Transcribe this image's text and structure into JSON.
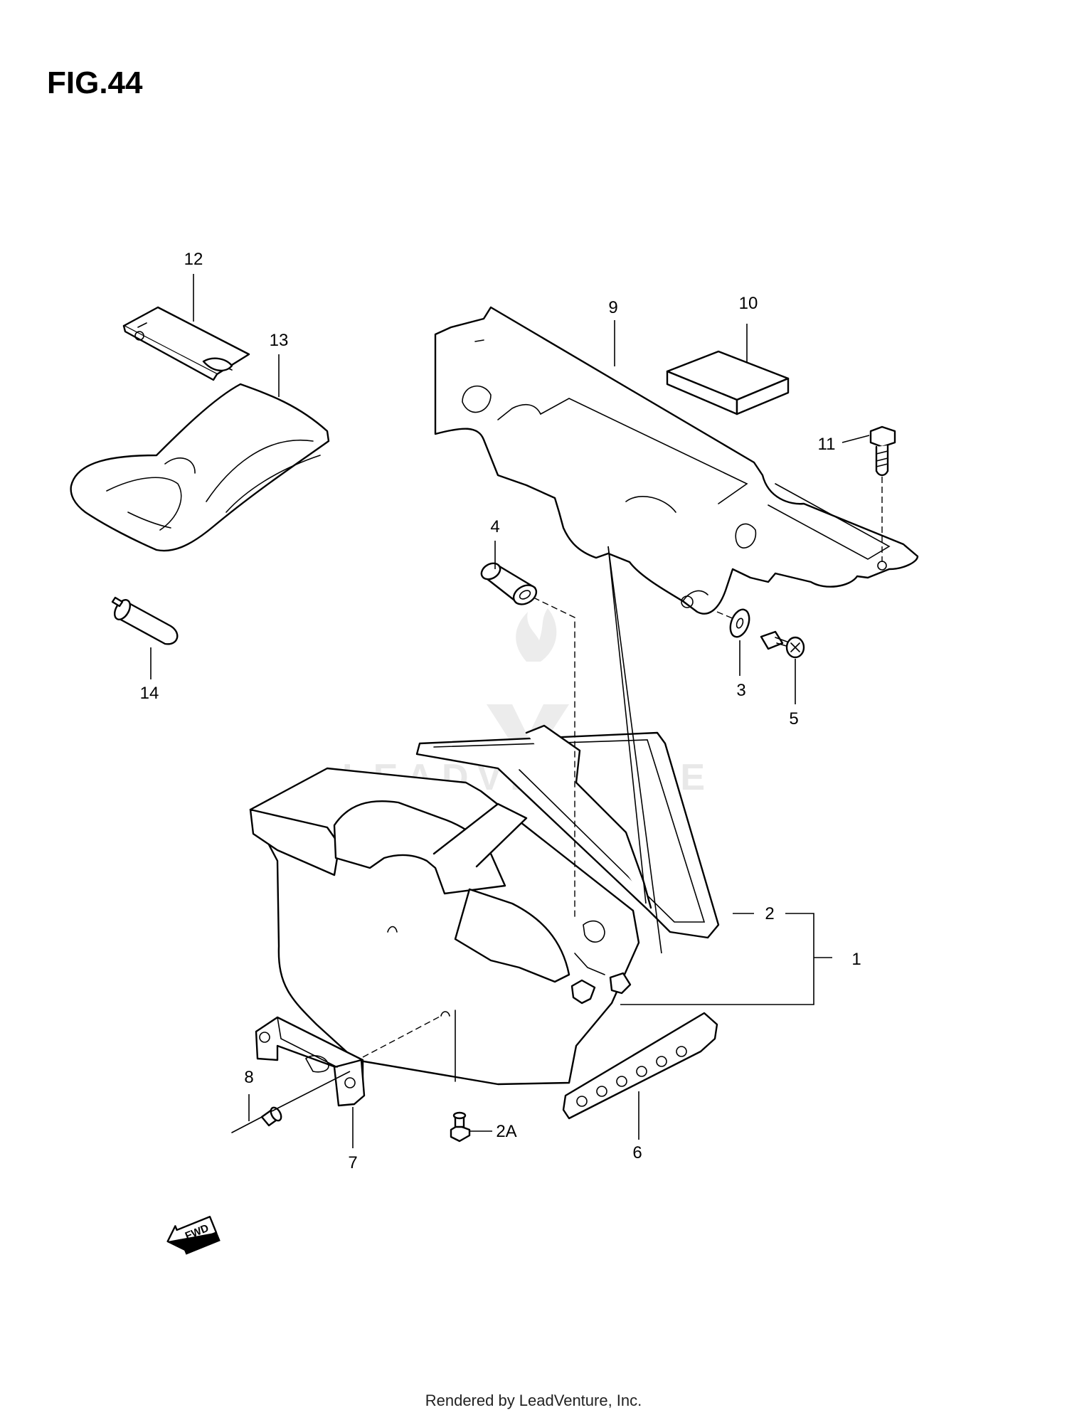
{
  "figure": {
    "title": "FIG.44"
  },
  "callouts": {
    "p1": "1",
    "p2": "2",
    "p2a": "2A",
    "p3": "3",
    "p4": "4",
    "p5": "5",
    "p6": "6",
    "p7": "7",
    "p8": "8",
    "p9": "9",
    "p10": "10",
    "p11": "11",
    "p12": "12",
    "p13": "13",
    "p14": "14"
  },
  "fwd_arrow": {
    "label": "FWD"
  },
  "watermark": {
    "text": "LEADVENTURE"
  },
  "footer": {
    "text": "Rendered by LeadVenture, Inc."
  }
}
